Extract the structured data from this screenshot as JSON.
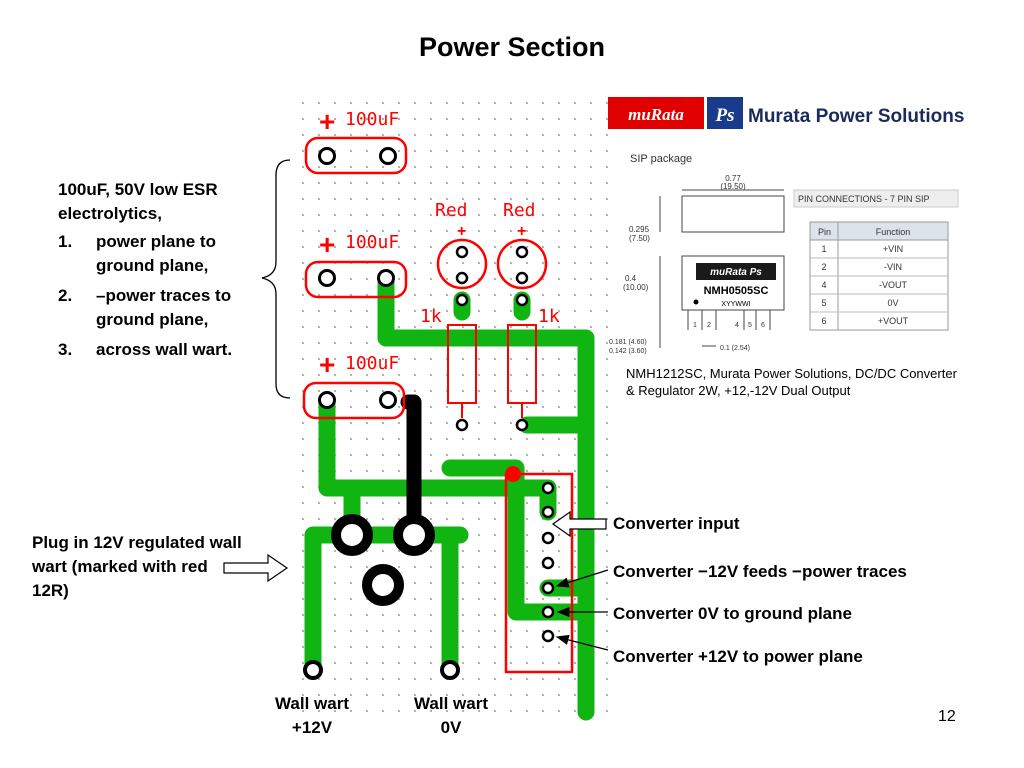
{
  "slide": {
    "title": "Power Section",
    "number": "12"
  },
  "left_note": {
    "intro": "100uF, 50V low ESR electrolytics,",
    "items": [
      {
        "num": "1.",
        "text": "power plane to ground plane,"
      },
      {
        "num": "2.",
        "text": "–power traces to ground plane,"
      },
      {
        "num": "3.",
        "text": "across wall wart."
      }
    ]
  },
  "plug_note": "Plug in 12V regulated wall wart (marked with red 12R)",
  "pcb": {
    "cap_labels": [
      "100uF",
      "100uF",
      "100uF"
    ],
    "led_labels": [
      "Red",
      "Red"
    ],
    "resistor_labels": [
      "1k",
      "1k"
    ],
    "plus_sign": "+",
    "colors": {
      "trace": "#11b511",
      "silkscreen": "#ff0000",
      "jumper": "#000000",
      "grid_dot": "#9a9a9a"
    }
  },
  "wall_wart": {
    "pos_line1": "Wall wart",
    "pos_line2": "+12V",
    "zero_line1": "Wall wart",
    "zero_line2": "0V"
  },
  "callouts": {
    "input": "Converter input",
    "neg12": "Converter −12V feeds −power traces",
    "zero": "Converter 0V to ground plane",
    "pos12": "Converter +12V to power plane"
  },
  "datasheet": {
    "logo_brand": "muRata",
    "logo_ps": "Ps",
    "logo_company": "Murata Power Solutions",
    "package_label": "SIP package",
    "dim_width": "0.77",
    "dim_width_mm": "(19.50)",
    "dim_depth": "0.295",
    "dim_depth_mm": "(7.50)",
    "dim_height": "0.4",
    "dim_height_mm": "(10.00)",
    "dim_lead1": "0.181 (4.60)",
    "dim_lead2": "0.142 (3.60)",
    "dim_pitch": "0.1 (2.54)",
    "chip_brand": "muRata Ps",
    "chip_model": "NMH0505SC",
    "chip_code": "XYYWWI",
    "pin_numbers_on_drawing": [
      "1",
      "2",
      "4",
      "5",
      "6"
    ],
    "table_title": "PIN CONNECTIONS - 7 PIN SIP",
    "table_header_pin": "Pin",
    "table_header_function": "Function",
    "pins": [
      {
        "pin": "1",
        "function": "+VIN"
      },
      {
        "pin": "2",
        "function": "-VIN"
      },
      {
        "pin": "4",
        "function": "-VOUT"
      },
      {
        "pin": "5",
        "function": "0V"
      },
      {
        "pin": "6",
        "function": "+VOUT"
      }
    ],
    "caption": "NMH1212SC, Murata Power Solutions, DC/DC Converter & Regulator 2W, +12,-12V Dual Output"
  }
}
